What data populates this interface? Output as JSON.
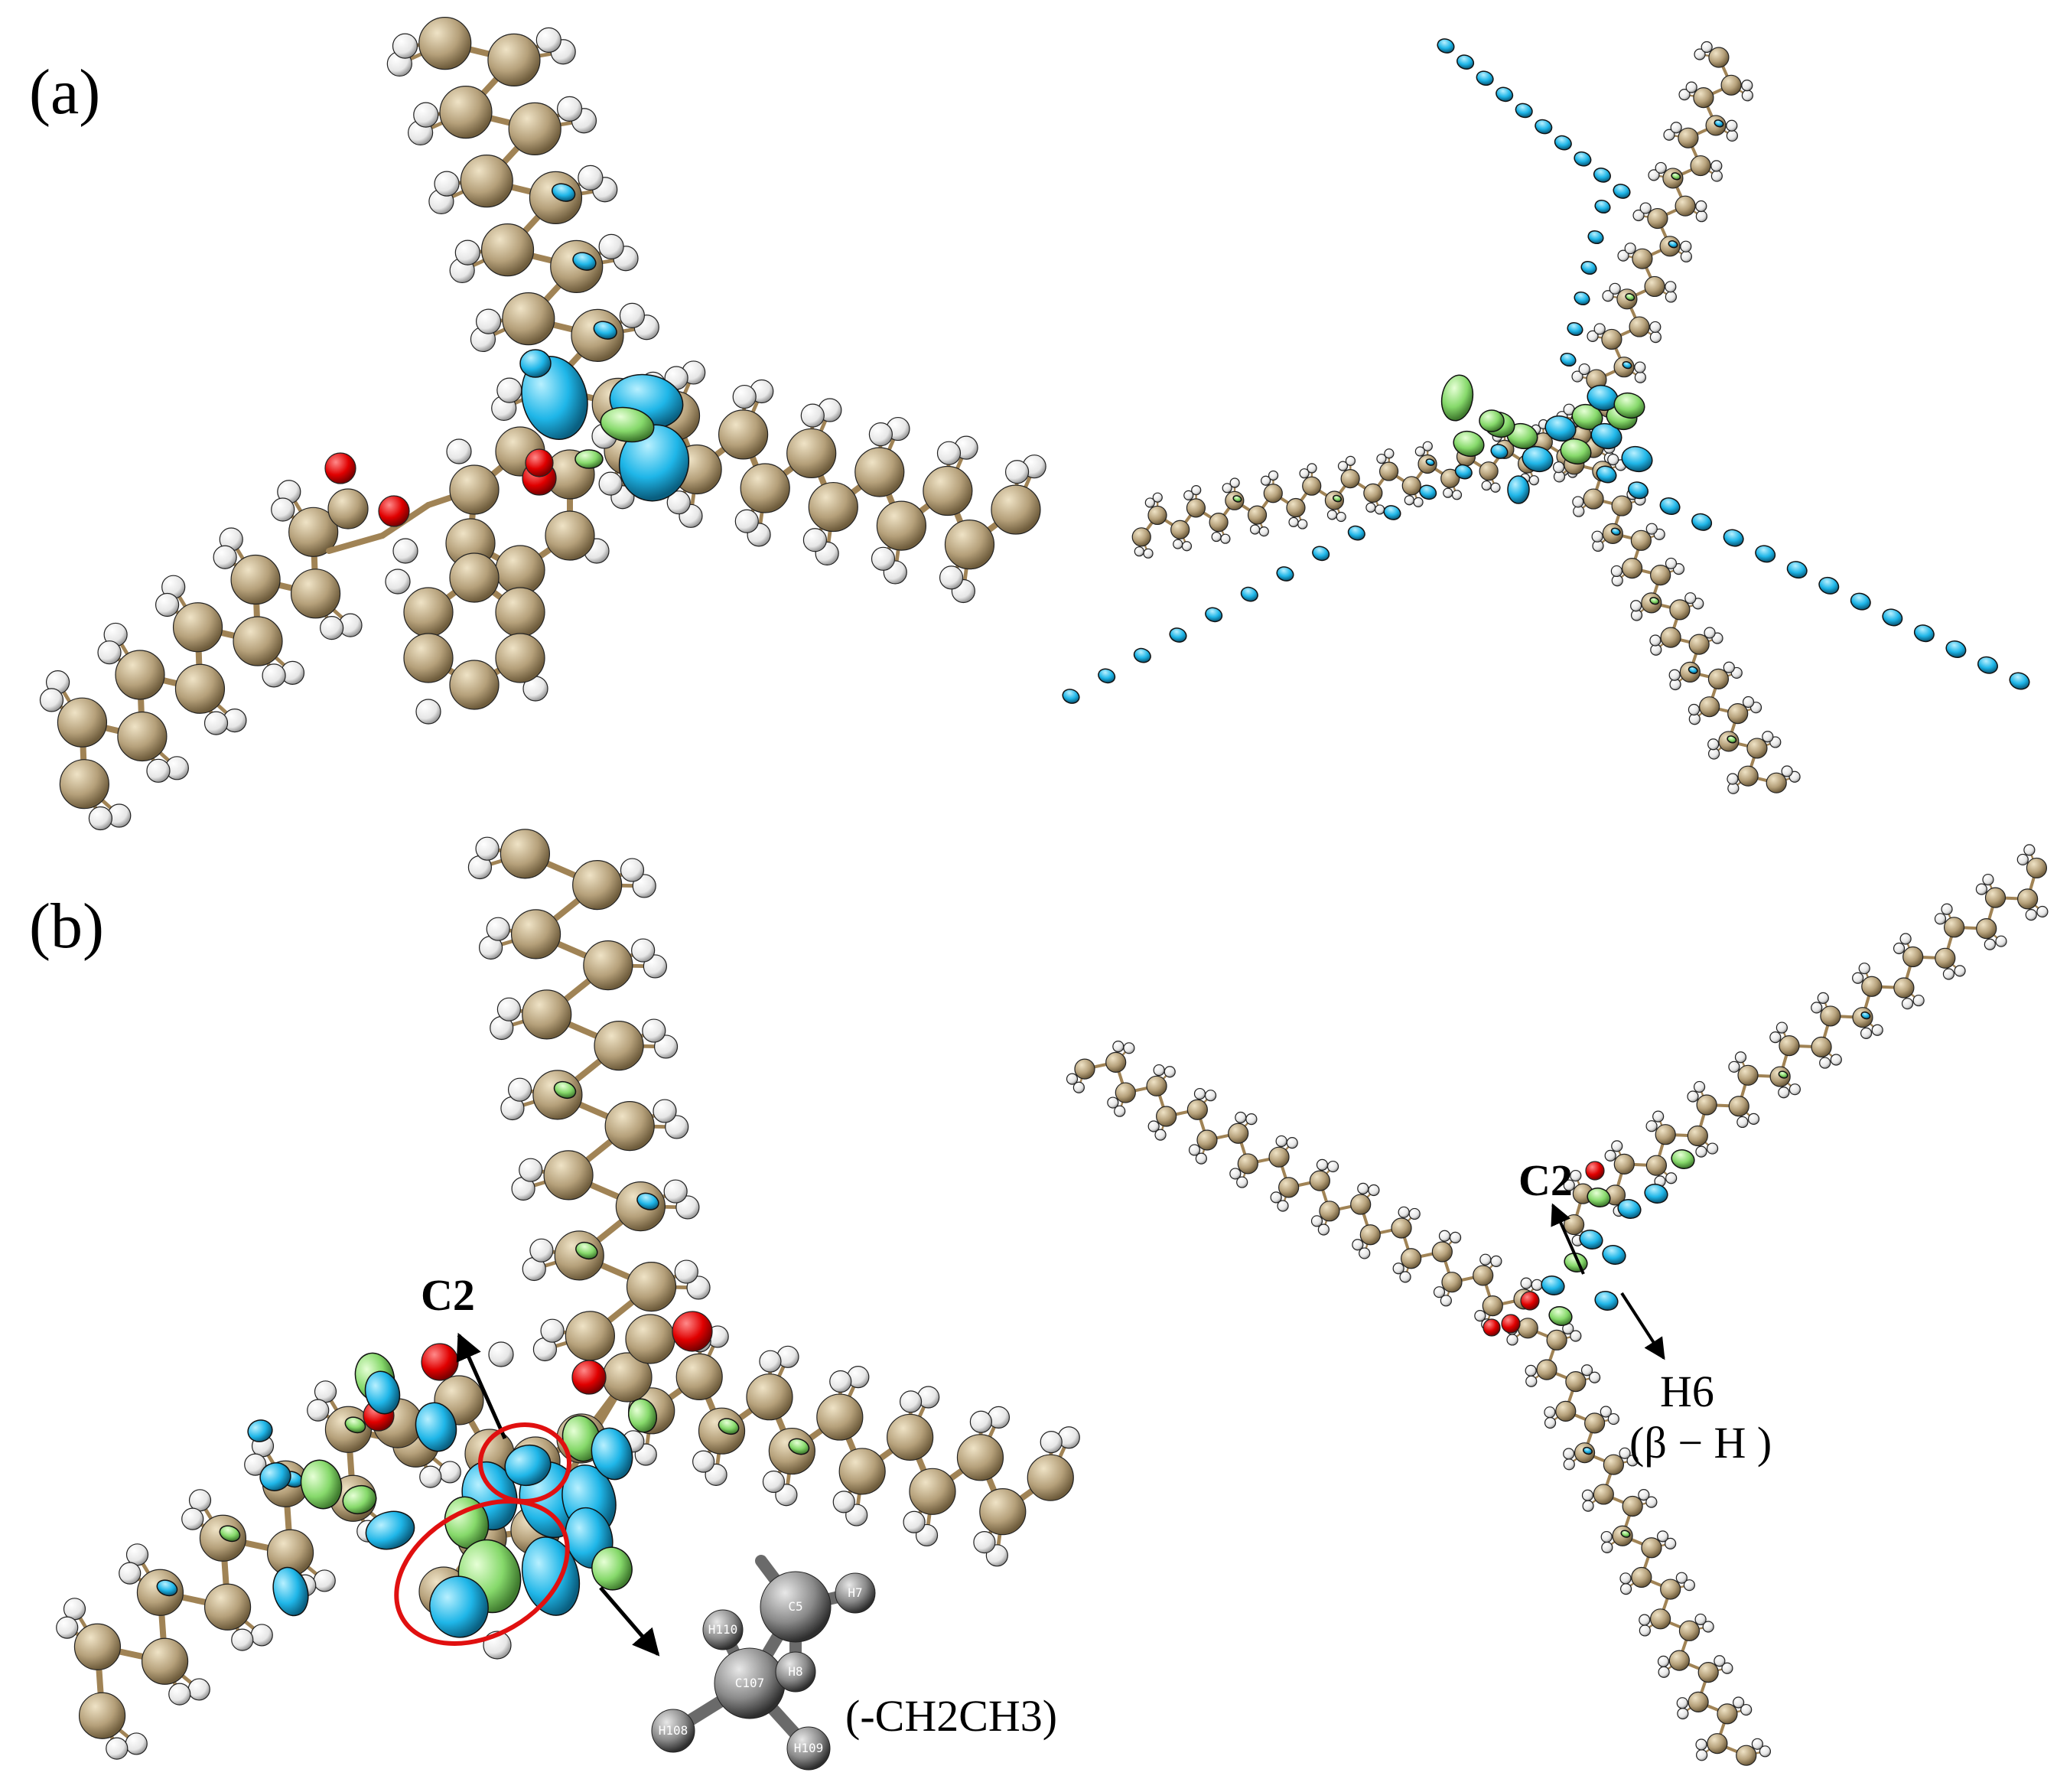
{
  "panels": {
    "a": {
      "label": "(a)"
    },
    "b": {
      "label": "(b)"
    }
  },
  "annotations": {
    "c2_left": "C2",
    "c2_right": "C2",
    "h6": "H6",
    "beta_h": "(β − H )",
    "group": "(-CH2CH3)"
  },
  "inset": {
    "atoms": {
      "c5": "C5",
      "c107": "C107",
      "h7": "H7",
      "h8": "H8",
      "h108": "H108",
      "h109": "H109",
      "h110": "H110"
    }
  },
  "colors": {
    "carbon": "#b5a07a",
    "hydrogen": "#f2f2f2",
    "oxygen": "#e00000",
    "bond": "#a08355",
    "isosurface_blue": "#1fb6e8",
    "isosurface_green": "#86d96b",
    "highlight_circle": "#e01010",
    "inset_atom": "#7a7a7a"
  }
}
